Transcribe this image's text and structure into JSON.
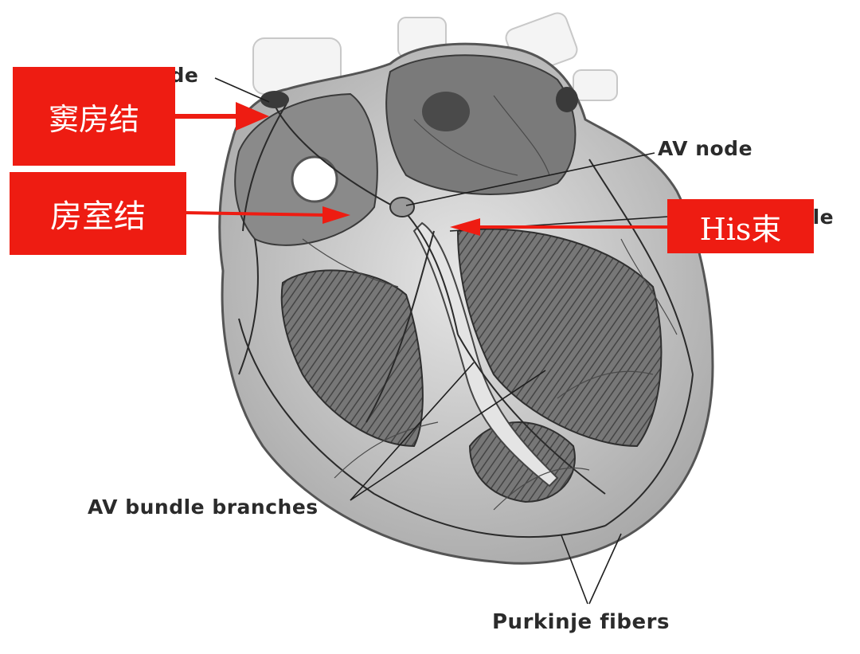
{
  "labels": {
    "sa_node": "SA node",
    "av_node": "AV node",
    "av_bundle": "AV bundle",
    "av_bundle_branches": "AV bundle branches",
    "purkinje_fibers": "Purkinje fibers"
  },
  "annotations": {
    "sa_node_cn": "窦房结",
    "av_node_cn": "房室结",
    "his_bundle_cn": "His束"
  },
  "colors": {
    "annotation_box": "#ee1c12",
    "annotation_text": "#ffffff",
    "label_text": "#2b2b2b"
  }
}
